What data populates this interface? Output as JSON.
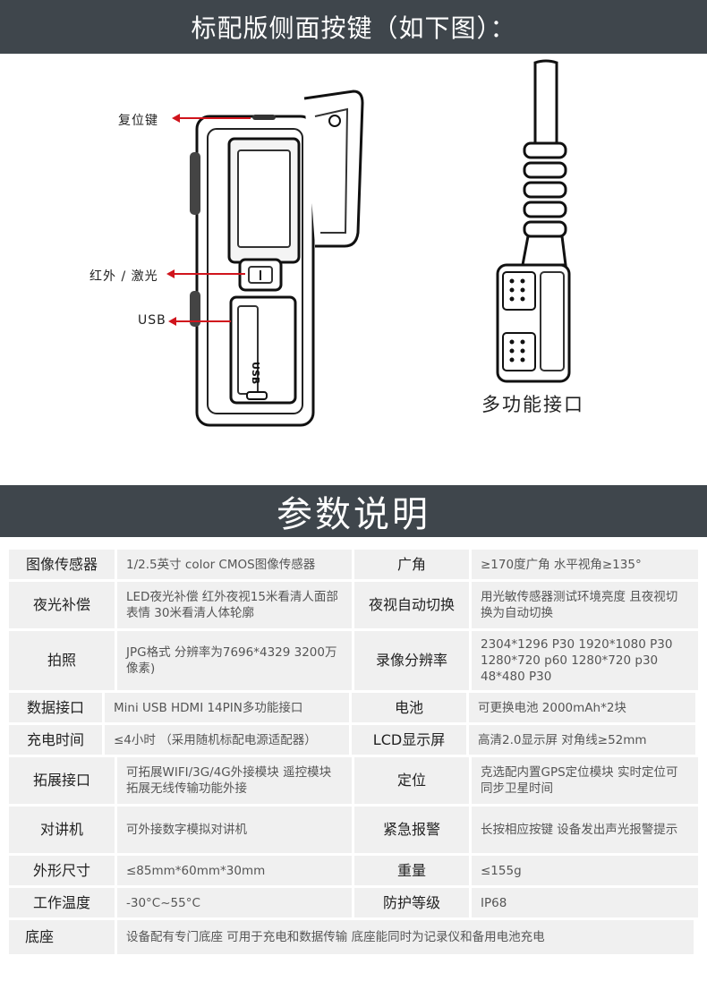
{
  "header": {
    "title": "标配版侧面按键（如下图）："
  },
  "device": {
    "callouts": {
      "reset": "复位键",
      "infrared": "红外 / 激光",
      "usb": "USB"
    },
    "usb_port_text": "USB",
    "port_caption": "多功能接口"
  },
  "section": {
    "title": "参数说明"
  },
  "specs": [
    {
      "label": "图像传感器",
      "value": "1/2.5英寸 color CMOS图像传感器",
      "label2": "广角",
      "value2": "≥170度广角 水平视角≥135°"
    },
    {
      "label": "夜光补偿",
      "value": "LED夜光补偿 红外夜视15米看清人面部表情 30米看清人体轮廓",
      "label2": "夜视自动切换",
      "value2": "用光敏传感器测试环境亮度 且夜视切换为自动切换"
    },
    {
      "label": "拍照",
      "value": "JPG格式 分辨率为7696*4329 3200万像素)",
      "label2": "录像分辨率",
      "value2": "2304*1296 P30 1920*1080 P30 1280*720 p60 1280*720 p30 48*480 P30"
    },
    {
      "label": "数据接口",
      "value": "Mini USB HDMI 14PIN多功能接口",
      "label2": "电池",
      "value2": "可更换电池 2000mAh*2块"
    },
    {
      "label": "充电时间",
      "value": "≤4小时 （采用随机标配电源适配器）",
      "label2": "LCD显示屏",
      "value2": "高清2.0显示屏 对角线≥52mm"
    },
    {
      "label": "拓展接口",
      "value": "可拓展WIFI/3G/4G外接模块 遥控模块 拓展无线传输功能外接",
      "label2": "定位",
      "value2": "克选配内置GPS定位模块 实时定位可同步卫星时间"
    },
    {
      "label": "对讲机",
      "value": "可外接数字模拟对讲机",
      "label2": "紧急报警",
      "value2": "长按相应按键 设备发出声光报警提示"
    },
    {
      "label": "外形尺寸",
      "value": "≤85mm*60mm*30mm",
      "label2": "重量",
      "value2": "≤155g"
    },
    {
      "label": "工作温度",
      "value": "-30°C~55°C",
      "label2": "防护等级",
      "value2": "IP68"
    },
    {
      "label": "底座",
      "value": "设备配有专门底座 可用于充电和数据传输 底座能同时为记录仪和备用电池充电"
    }
  ],
  "colors": {
    "banner": "#3f464c",
    "arrow": "#d0141c",
    "cell": "#f0f0f0"
  }
}
